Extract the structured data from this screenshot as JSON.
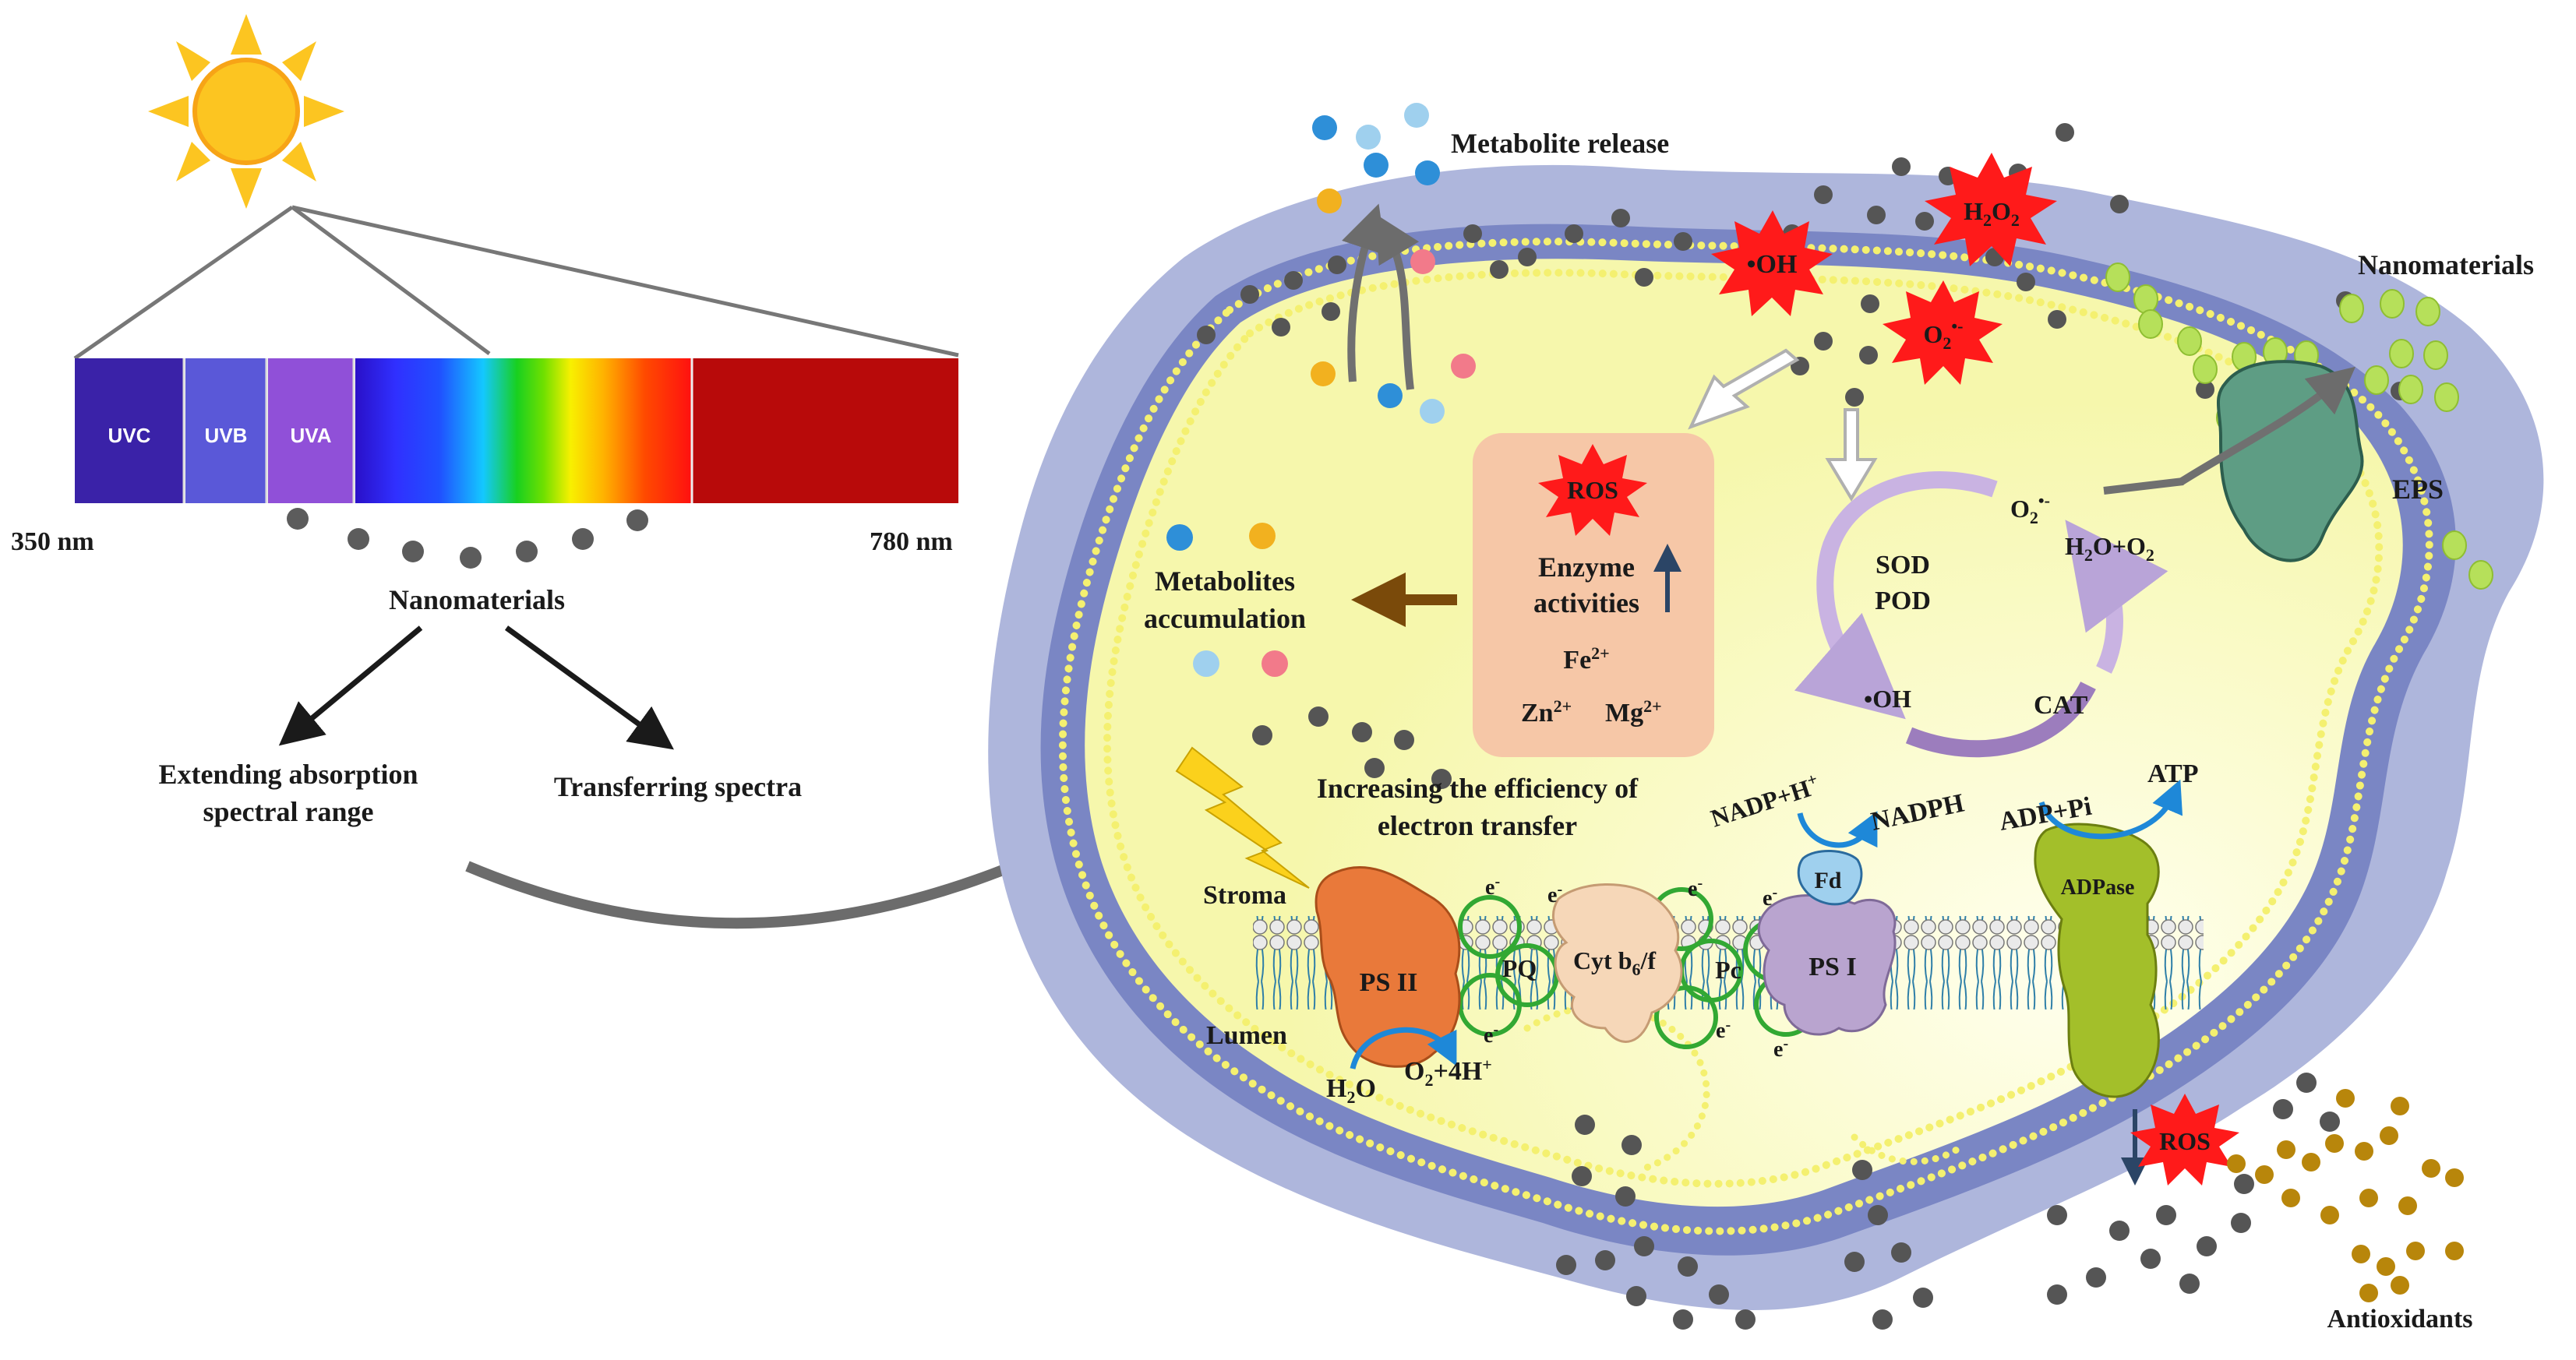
{
  "spectrum": {
    "left_label": "350 nm",
    "right_label": "780 nm",
    "bands": [
      "UVC",
      "UVB",
      "UVA"
    ]
  },
  "left": {
    "nanomaterials": "Nanomaterials",
    "branch_left_1": "Extending absorption",
    "branch_left_2": "spectral range",
    "branch_right": "Transferring spectra"
  },
  "cell": {
    "metabolite_release": "Metabolite release",
    "nanomaterials": "Nanomaterials",
    "eps": "EPS",
    "ros_box": {
      "ros": "ROS",
      "enzyme_1": "Enzyme",
      "enzyme_2": "activities",
      "fe": "Fe",
      "fe_sup": "2+",
      "zn": "Zn",
      "zn_sup": "2+",
      "mg": "Mg",
      "mg_sup": "2+"
    },
    "metabolites_1": "Metabolites",
    "metabolites_2": "accumulation",
    "burst_oh": "•OH",
    "burst_h2o2_h": "H",
    "burst_h2o2_2a": "2",
    "burst_h2o2_o": "O",
    "burst_h2o2_2b": "2",
    "burst_o2_o": "O",
    "burst_o2_sub": "2",
    "burst_o2_dot": "•-",
    "cycle": {
      "o2_o": "O",
      "o2_sub": "2",
      "o2_sup": "•-",
      "sod": "SOD",
      "pod": "POD",
      "h2o_o2_a": "H",
      "h2o_o2_b": "2",
      "h2o_o2_c": "O+O",
      "h2o_o2_d": "2",
      "oh": "•OH",
      "cat": "CAT"
    },
    "electron_1": "Increasing the efficiency of",
    "electron_2": "electron transfer",
    "stroma": "Stroma",
    "lumen": "Lumen",
    "psii": "PS II",
    "pq": "PQ",
    "cyt_a": "Cyt b",
    "cyt_sub": "6",
    "cyt_b": "/f",
    "pc": "Pc",
    "psi": "PS I",
    "fd": "Fd",
    "adpase": "ADPase",
    "nadp": "NADP+H",
    "nadp_sup": "+",
    "nadph": "NADPH",
    "adp": "ADP+Pi",
    "atp": "ATP",
    "h2o_a": "H",
    "h2o_sub": "2",
    "h2o_b": "O",
    "o2h_a": "O",
    "o2h_sub": "2",
    "o2h_b": "+4H",
    "o2h_sup": "+",
    "e_minus": "e",
    "e_sup": "-",
    "ros_low": "ROS",
    "antioxidants": "Antioxidants"
  },
  "colors": {
    "ros_burst": "#ff1a1a",
    "cytoplasm": "#fafab4",
    "membrane": "#7f8cc8",
    "eps": "#a9b3dc",
    "ros_box": "#f6c7a7",
    "nanoparticle_gray": "#5a5a5a",
    "nanoparticle_green": "#b6e05a",
    "antioxidant": "#b8860b",
    "psii": "#e9793a",
    "psi": "#b9a4cf",
    "adpase": "#a3bf2a",
    "cytb6f": "#f6d7b8"
  }
}
